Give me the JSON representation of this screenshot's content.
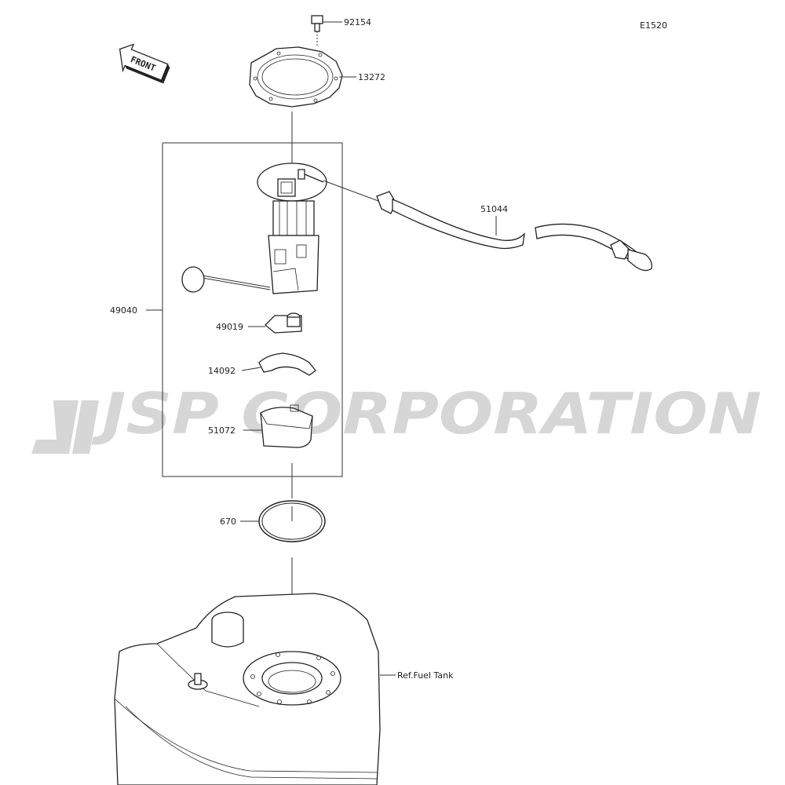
{
  "diagram_code": "E1520",
  "front_label": "FRONT",
  "watermark": "JSP CORPORATION",
  "parts": {
    "bolt": "92154",
    "gasket_plate": "13272",
    "pump_assembly": "49040",
    "hose": "51044",
    "filter": "49019",
    "cover": "14092",
    "case": "51072",
    "o_ring": "670",
    "tank_ref": "Ref.Fuel Tank"
  }
}
